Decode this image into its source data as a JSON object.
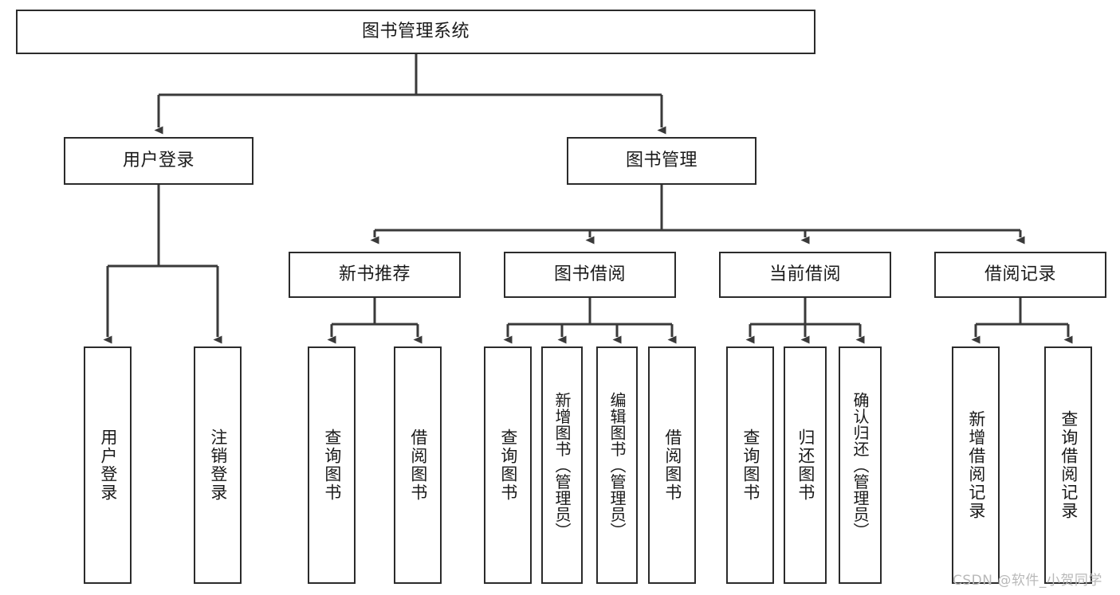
{
  "diagram": {
    "type": "tree-hierarchy-flowchart",
    "title": "图书管理系统",
    "root": {
      "label": "图书管理系统"
    },
    "level2": [
      {
        "label": "用户登录"
      },
      {
        "label": "图书管理"
      }
    ],
    "level3": [
      {
        "label": "新书推荐"
      },
      {
        "label": "图书借阅"
      },
      {
        "label": "当前借阅"
      },
      {
        "label": "借阅记录"
      }
    ],
    "leaves": {
      "user_login": [
        {
          "label": "用户登录"
        },
        {
          "label": "注销登录"
        }
      ],
      "new_book_recommend": [
        {
          "label": "查询图书"
        },
        {
          "label": "借阅图书"
        }
      ],
      "book_borrow": [
        {
          "label": "查询图书"
        },
        {
          "label": "新增图书（管理员）"
        },
        {
          "label": "编辑图书（管理员）"
        },
        {
          "label": "借阅图书"
        }
      ],
      "current_borrow": [
        {
          "label": "查询图书"
        },
        {
          "label": "归还图书"
        },
        {
          "label": "确认归还（管理员）"
        }
      ],
      "borrow_record": [
        {
          "label": "新增借阅记录"
        },
        {
          "label": "查询借阅记录"
        }
      ]
    }
  },
  "watermark": {
    "text": "CSDN @软件_小贺同学"
  },
  "colors": {
    "border": "#2b2b2b",
    "background": "#ffffff",
    "text": "#1a1a1a",
    "watermark": "#b9b9b9",
    "connector": "#3a3a3a"
  }
}
